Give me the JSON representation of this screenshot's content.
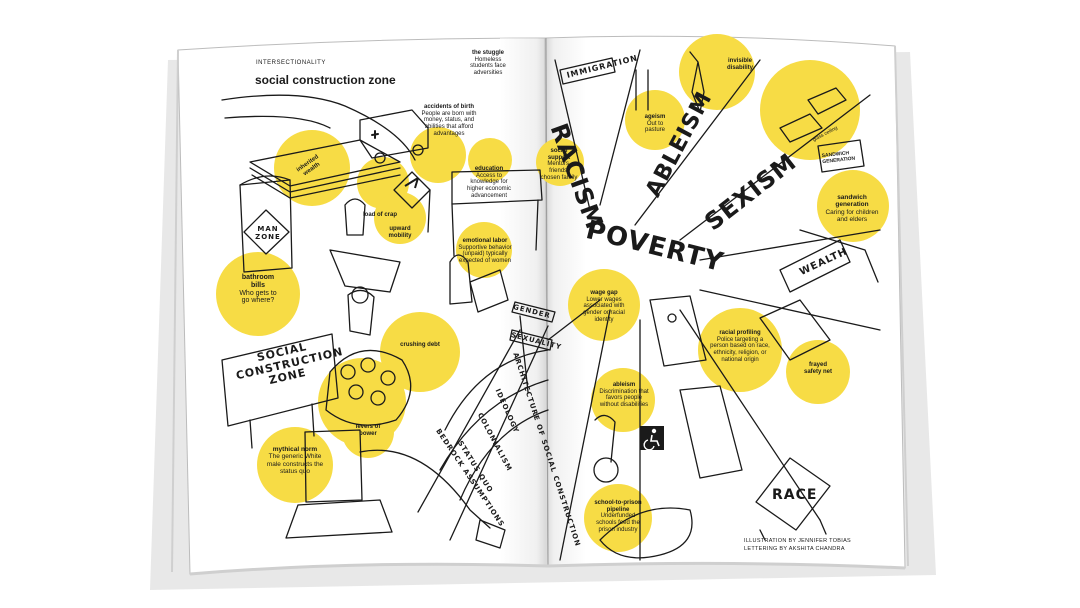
{
  "header": {
    "section": "INTERSECTIONALITY",
    "title": "social construction zone"
  },
  "signs": {
    "immigration": "IMMIGRATION",
    "racism": "RACISM",
    "ableism": "ABLEISM",
    "sexism": "SEXISM",
    "poverty": "POVERTY",
    "wealth": "WEALTH",
    "race": "RACE",
    "gender": "GENDER",
    "sexuality": "SEXUALITY",
    "man_zone": "MAN ZONE",
    "scz_line1": "SOCIAL",
    "scz_line2": "CONSTRUCTION",
    "scz_line3": "ZONE",
    "sandwich_box": "SANDWICH GENERATION",
    "glass_ceiling": "glass ceiling"
  },
  "layers": [
    "ARCHITECTURE OF SOCIAL CONSTRUCTION",
    "IDEOLOGY",
    "COLONIALISM",
    "STATUS QUO",
    "BEDROCK ASSUMPTIONS"
  ],
  "captions": {
    "stuggle": {
      "title": "the stuggle",
      "body": "Homeless students face adversities"
    },
    "accidents_of_birth": {
      "title": "accidents of birth",
      "body": "People are born with money, status, and abilities that afford advantages"
    },
    "social_support": {
      "title": "social support",
      "body": "Mentors, friends, chosen family"
    },
    "ageism": {
      "title": "ageism",
      "body": "Out to pasture"
    },
    "invisible_disability": {
      "title": "invisible disability",
      "body": ""
    },
    "inherited_wealth": {
      "title": "inherited wealth",
      "body": ""
    },
    "education": {
      "title": "education",
      "body": "Access to knowledge for higher economic advancement"
    },
    "load_of_crap": {
      "title": "load of crap",
      "body": ""
    },
    "upward_mobility": {
      "title": "upward mobility",
      "body": ""
    },
    "emotional_labor": {
      "title": "emotional labor",
      "body": "Supportive behavior (unpaid) typically expected of women"
    },
    "sandwich_generation": {
      "title": "sandwich generation",
      "body": "Caring for children and elders"
    },
    "bathroom_bills": {
      "title": "bathroom bills",
      "body": "Who gets to go where?"
    },
    "wage_gap": {
      "title": "wage gap",
      "body": "Lower wages associated with gender or racial identity"
    },
    "crushing_debt": {
      "title": "crushing debt",
      "body": ""
    },
    "racial_profiling": {
      "title": "racial profiling",
      "body": "Police targeting a person based on race, ethnicity, religion, or national origin"
    },
    "frayed_safety_net": {
      "title": "frayed safety net",
      "body": ""
    },
    "ableism": {
      "title": "ableism",
      "body": "Discrimination that favors people without disabilities"
    },
    "levers_of_power": {
      "title": "levers of power",
      "body": ""
    },
    "mythical_norm": {
      "title": "mythical norm",
      "body": "The generic White male constructs the status quo"
    },
    "school_to_prison": {
      "title": "school-to-prison pipeline",
      "body": "Underfunded schools feed the prison industry"
    }
  },
  "credits": {
    "line1": "ILLUSTRATION BY JENNIFER TOBIAS",
    "line2": "LETTERING BY AKSHITA CHANDRA"
  },
  "colors": {
    "highlight": "#f7dc45",
    "ink": "#1a1a1a",
    "page": "#ffffff",
    "gutter": "#d9d9d9",
    "shadow": "#cfcfcf"
  },
  "icons": [
    "first-aid-ambulance-icon",
    "upward-arrow-sign-icon",
    "accessibility-wheelchair-icon",
    "car-icon",
    "person-icon"
  ]
}
